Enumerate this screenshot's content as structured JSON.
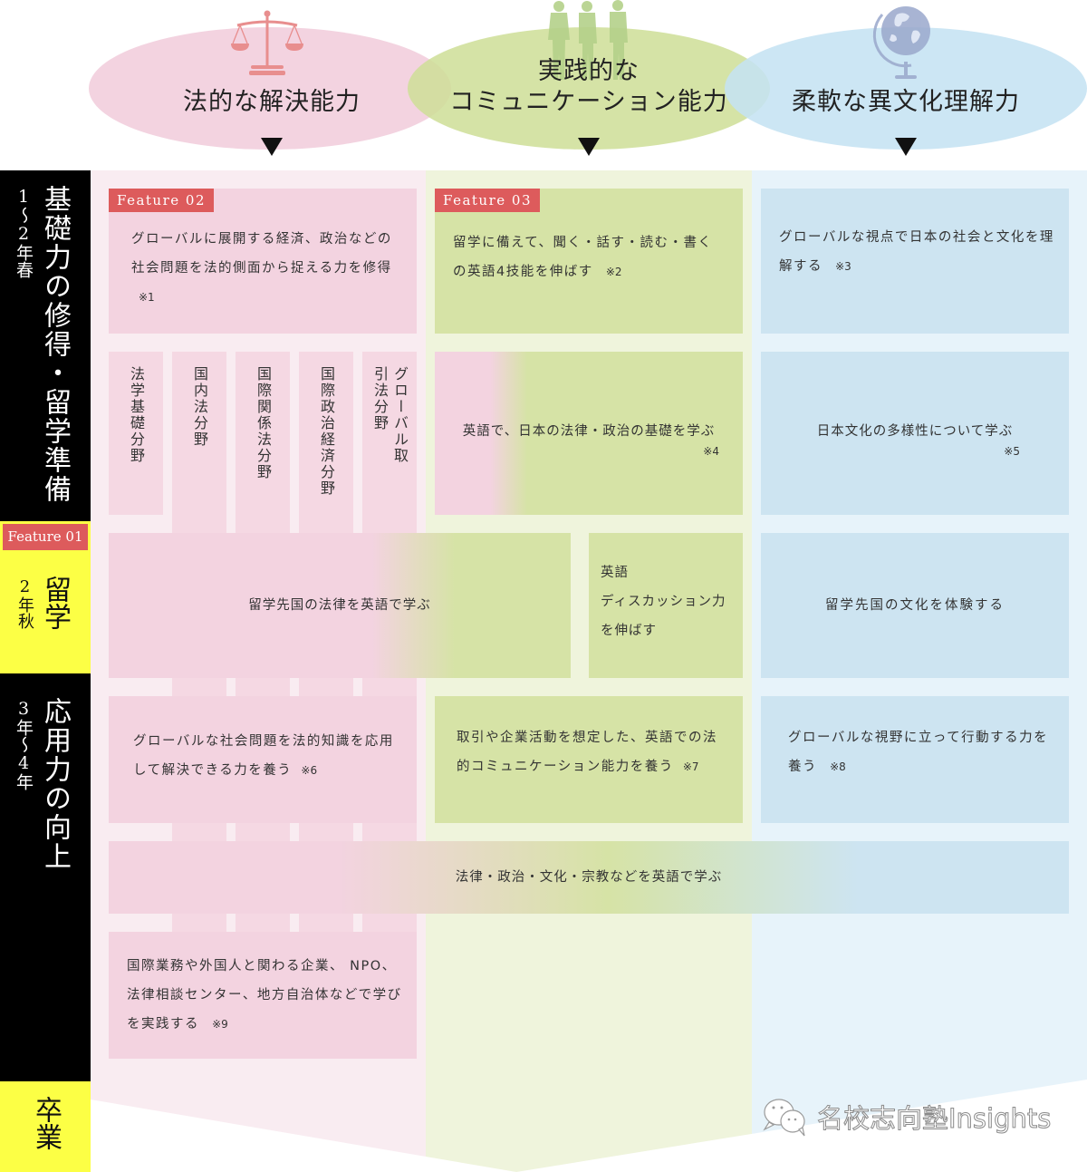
{
  "header": {
    "pillars": [
      {
        "title": "法的な解決能力",
        "icon": "scales-of-justice-icon",
        "color": "#f3d3e0"
      },
      {
        "title_line1": "実践的な",
        "title_line2": "コミュニケーション能力",
        "icon": "people-silhouette-icon",
        "color": "#d6e3a6"
      },
      {
        "title": "柔軟な異文化理解力",
        "icon": "globe-icon",
        "color": "#cde4f1"
      }
    ],
    "arrow_glyph": "▼"
  },
  "stages": [
    {
      "main": "基礎力の修得・留学準備",
      "sub": "1〜2年春",
      "bg": "#000000",
      "fg": "#ffffff"
    },
    {
      "feature_tag": "Feature 01",
      "main": "留学",
      "sub": "2年秋",
      "bg": "#fcff45",
      "fg": "#111111"
    },
    {
      "main": "応用力の向上",
      "sub": "3年〜4年",
      "bg": "#000000",
      "fg": "#ffffff"
    },
    {
      "main": "卒業",
      "bg": "#fcff45",
      "fg": "#111111"
    }
  ],
  "row1": {
    "law": {
      "feature_tag": "Feature 02",
      "text": "グローバルに展開する経済、政治などの社会問題を法的側面から捉える力を修得",
      "note": "※1"
    },
    "comm": {
      "feature_tag": "Feature 03",
      "text": "留学に備えて、聞く・話す・読む・書くの英語4技能を伸ばす",
      "note": "※2"
    },
    "culture": {
      "text": "グローバルな視点で日本の社会と文化を理解する",
      "note": "※3"
    }
  },
  "fields": [
    "法学基礎分野",
    "国内法分野",
    "国際関係法分野",
    "国際政治経済分野",
    "グローバル取引法分野"
  ],
  "row2": {
    "comm": {
      "text": "英語で、日本の法律・政治の基礎を学ぶ",
      "note": "※4"
    },
    "culture": {
      "text": "日本文化の多様性について学ぶ",
      "note": "※5"
    }
  },
  "row3": {
    "law_comm": {
      "text": "留学先国の法律を英語で学ぶ"
    },
    "comm": {
      "line1": "英語",
      "line2": "ディスカッション力",
      "line3": "を伸ばす"
    },
    "culture": {
      "text": "留学先国の文化を体験する"
    }
  },
  "row4": {
    "law": {
      "text": "グローバルな社会問題を法的知識を応用して解決できる力を養う",
      "note": "※6"
    },
    "comm": {
      "text": "取引や企業活動を想定した、英語での法的コミュニケーション能力を養う",
      "note": "※7"
    },
    "culture": {
      "text": "グローバルな視野に立って行動する力を養う",
      "note": "※8"
    }
  },
  "row5": {
    "text": "法律・政治・文化・宗教などを英語で学ぶ"
  },
  "row6": {
    "law": {
      "text": "国際業務や外国人と関わる企業、 NPO、法律相談センター、地方自治体などで学びを実践する",
      "note": "※9"
    }
  },
  "watermark": {
    "text": "名校志向塾Insights",
    "icon": "wechat-icon"
  },
  "colors": {
    "feature_tag": "#dd5b5c",
    "pink_bg": "#f9ecf1",
    "pink_card": "#f3d3e0",
    "green_bg": "#eff4dc",
    "green_card": "#d6e3a6",
    "blue_bg": "#e7f3fa",
    "blue_card": "#cde4f1",
    "yellow": "#fcff45",
    "black": "#000000"
  }
}
